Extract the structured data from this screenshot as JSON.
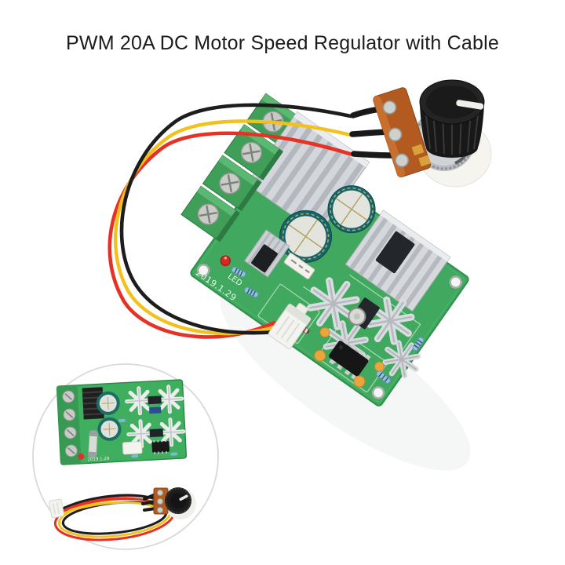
{
  "page": {
    "background_color": "#ffffff",
    "title": "PWM 20A DC Motor Speed Regulator with Cable",
    "title_color": "#1b1b1b"
  },
  "main_photo": {
    "subject": "angled view of PWM DC motor speed controller board with wired potentiometer",
    "pcb": {
      "color": "#41a95f",
      "silkscreen_date": "2019.1.29",
      "led_label": "LED",
      "components": [
        "screw-terminal-blocks",
        "plate-fin-heatsinks",
        "star-fin-heatsinks",
        "electrolytic-capacitors",
        "red-indicator-led",
        "dip8-ic",
        "jst-connector",
        "ceramic-resistor",
        "mosfet",
        "axial-resistors",
        "mounting-holes"
      ]
    },
    "cable": {
      "wire_color_black": "#1d1d1d",
      "wire_color_yellow": "#f2c11d",
      "wire_color_red": "#e63226",
      "connector_color": "#f4f4f0"
    },
    "potentiometer": {
      "knob_color": "#181818",
      "bracket_color": "#b25a20",
      "indicator_color": "#efefec",
      "body_color": "#c9ccd0"
    }
  },
  "inset_photo": {
    "shape": "circle",
    "ring_color": "#d9d9d9",
    "pcb_silkscreen_date": "2019.1.29",
    "contents": [
      "top-view-pcb",
      "cable-loop",
      "potentiometer",
      "jst-connector"
    ]
  }
}
